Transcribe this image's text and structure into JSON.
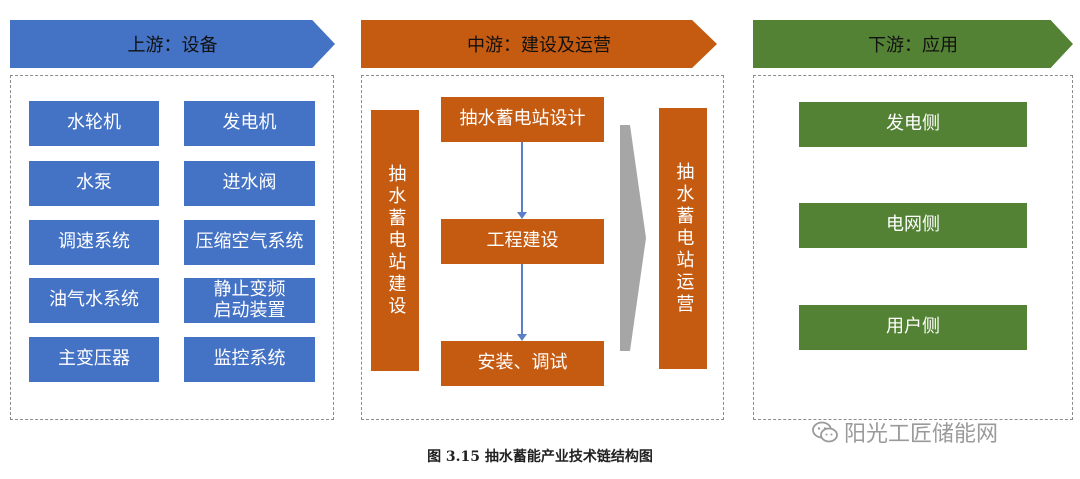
{
  "colors": {
    "upstream": "#4472C4",
    "midstream": "#C55A11",
    "downstream": "#548235"
  },
  "upstream": {
    "title": "上游：设备",
    "items": [
      "水轮机",
      "发电机",
      "水泵",
      "进水阀",
      "调速系统",
      "压缩空气系统",
      "油气水系统",
      "静止变频\n启动装置",
      "主变压器",
      "监控系统"
    ]
  },
  "midstream": {
    "title": "中游：建设及运营",
    "construction_label": "抽水蓄电站建设",
    "steps": [
      "抽水蓄电站设计",
      "工程建设",
      "安装、调试"
    ],
    "operation_label": "抽水蓄电站运营"
  },
  "downstream": {
    "title": "下游：应用",
    "items": [
      "发电侧",
      "电网侧",
      "用户侧"
    ]
  },
  "caption": "图 3.15 抽水蓄能产业技术链结构图",
  "watermark": "阳光工匠储能网",
  "watermark_icon": "wechat-icon"
}
